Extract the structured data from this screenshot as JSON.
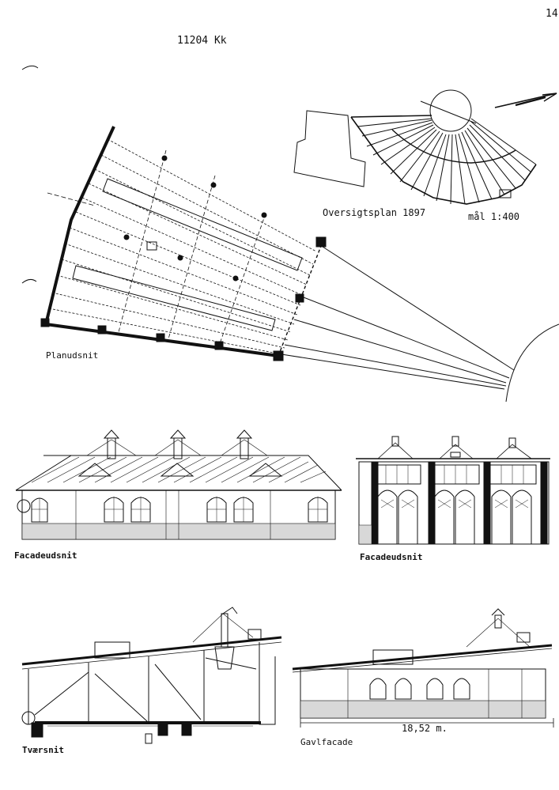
{
  "sheet": {
    "page_number": "14",
    "catalog_number": "11204 Kk"
  },
  "drawings": {
    "overview_plan": {
      "title": "Oversigtsplan 1897",
      "scale": "mål 1:400"
    },
    "plan_section": {
      "title": "Planudsnit"
    },
    "facade_left": {
      "title": "Facadeudsnit"
    },
    "facade_right": {
      "title": "Facadeudsnit"
    },
    "cross_section": {
      "title": "Tværsnit"
    },
    "gable_facade": {
      "title": "Gavlfacade",
      "dimension": "18,52 m."
    }
  }
}
